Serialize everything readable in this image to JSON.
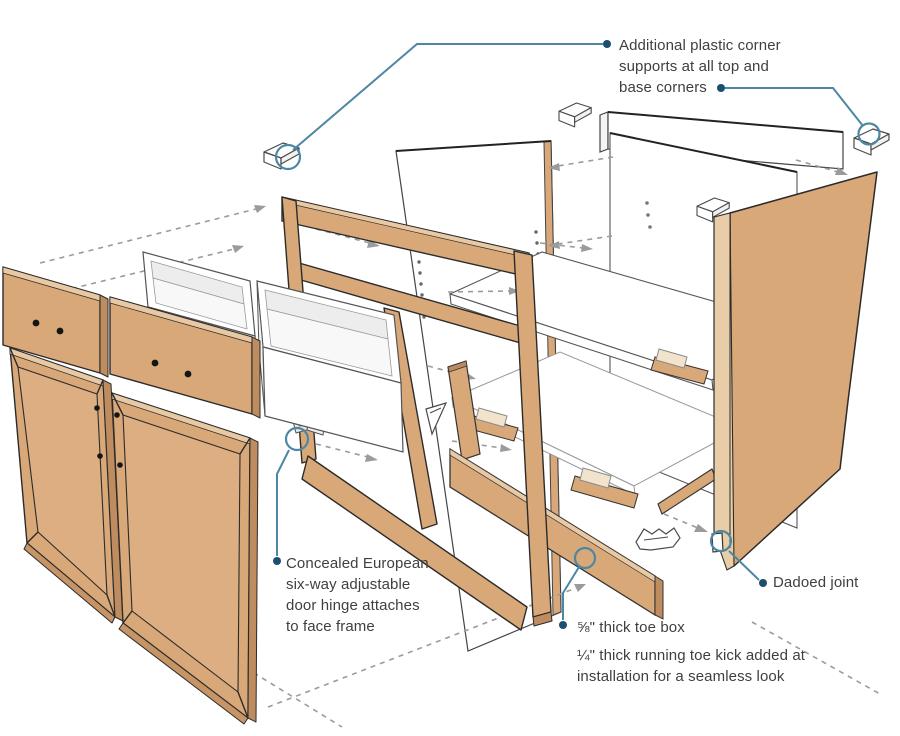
{
  "annotations": {
    "corner_supports": {
      "lines": [
        "Additional plastic corner",
        "supports at all top and",
        "base corners"
      ]
    },
    "hinge": {
      "lines": [
        "Concealed European",
        "six-way adjustable",
        "door hinge attaches",
        "to face frame"
      ]
    },
    "toe_box": {
      "lines": [
        "⅝\" thick toe box"
      ]
    },
    "toe_kick": {
      "lines": [
        "¼\" thick running toe kick added at",
        "installation for a seamless look"
      ]
    },
    "dado": {
      "lines": [
        "Dadoed joint"
      ]
    }
  },
  "colors": {
    "wood_face": "#D8A878",
    "wood_edge_dark": "#BE8C5E",
    "wood_edge_light": "#E8C9A4",
    "wood_panel_bevel": "#DCAE82",
    "outline": "#2B2B2B",
    "callout_line": "#4D87A3",
    "callout_dot": "#1C4E70",
    "annotation_text": "#3F3F3F",
    "dashed_arrow": "#9B9B9B",
    "white_part": "#FFFFFF",
    "plastic_block": "#F2E4CC"
  }
}
